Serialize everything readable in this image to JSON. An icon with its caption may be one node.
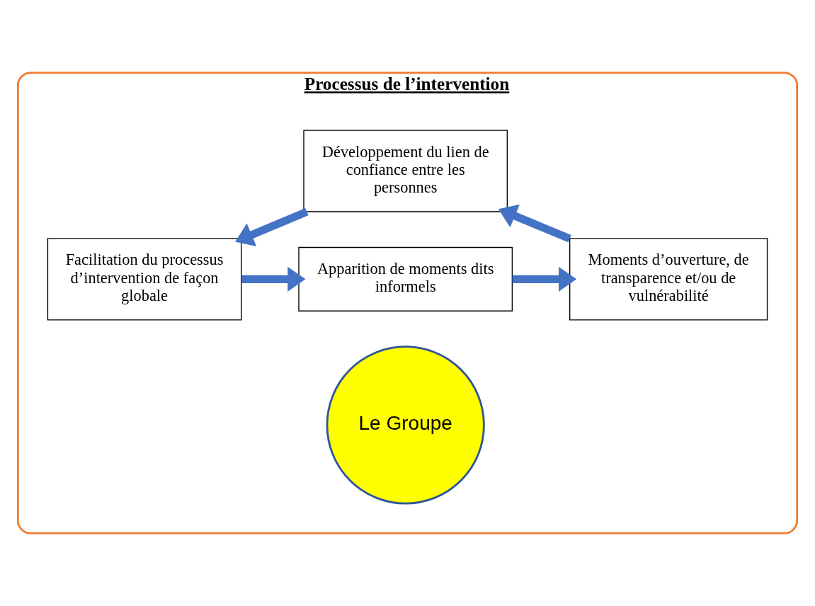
{
  "diagram": {
    "nodes": [
      {
        "text": [
          "Processus de l’intervention"
        ]
      },
      {
        "text": [
          "Apparition de moments dits informels"
        ],
        "in": 0
      },
      {
        "text": [
          "Moments d’ouverture, de transparence et/ou de vulnérabilité"
        ],
        "in": 0
      },
      {
        "text": [
          "Développement du lien de confiance entre les personnes"
        ],
        "in": 0
      },
      {
        "text": [
          "Facilitation du processus d’intervention de façon globale"
        ],
        "in": 0
      },
      {
        "text": [
          "Le Groupe"
        ],
        "in": 0
      }
    ],
    "edges": [
      {
        "from": 4,
        "to": 1,
        "arrow": "to"
      },
      {
        "from": 1,
        "to": 2,
        "arrow": "to"
      },
      {
        "from": 2,
        "to": 3,
        "arrow": "to"
      },
      {
        "from": 3,
        "to": 4,
        "arrow": "to"
      }
    ]
  }
}
